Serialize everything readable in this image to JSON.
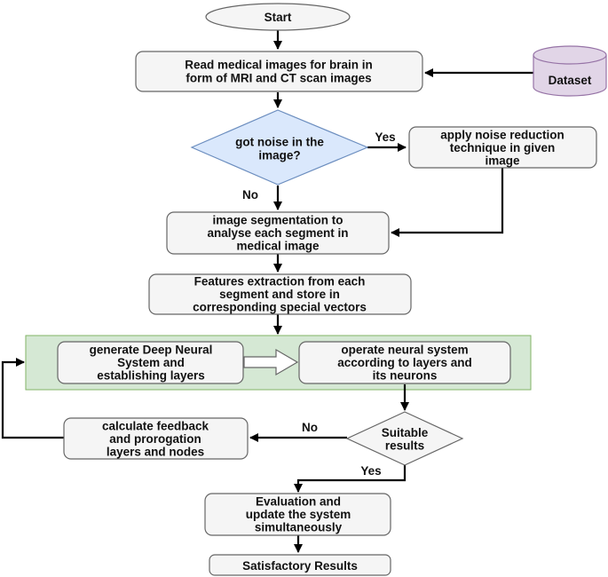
{
  "colors": {
    "box_fill": "#f5f5f5",
    "box_stroke": "#666666",
    "decision_fill": "#dae8fc",
    "decision_stroke": "#6c8ebf",
    "database_fill": "#e1d5e7",
    "database_stroke": "#9673a6",
    "container_fill": "#d5e8d4",
    "container_stroke": "#82b366",
    "arrow": "#000000"
  },
  "nodes": {
    "start": [
      "Start"
    ],
    "read_images": [
      "Read medical images for brain in",
      "form of MRI and CT scan images"
    ],
    "dataset": [
      "Dataset"
    ],
    "noise_decision": [
      "got noise in the",
      "image?"
    ],
    "noise_reduction": [
      "apply noise reduction",
      "technique in given",
      "image"
    ],
    "segmentation": [
      "image segmentation to",
      "analyse each segment in",
      "medical image"
    ],
    "feature_extraction": [
      "Features extraction from each",
      "segment and store in",
      "corresponding special vectors"
    ],
    "generate_dnn": [
      "generate Deep Neural",
      "System and",
      "establishing layers"
    ],
    "operate_neural": [
      "operate neural system",
      "according to layers and",
      "its neurons"
    ],
    "suitable_decision": [
      "Suitable",
      "results"
    ],
    "feedback": [
      "calculate feedback",
      "and prorogation",
      "layers and nodes"
    ],
    "evaluation": [
      "Evaluation and",
      "update the system",
      "simultaneously"
    ],
    "satisfactory": [
      "Satisfactory Results"
    ]
  },
  "edge_labels": {
    "noise_yes": "Yes",
    "noise_no": "No",
    "suitable_no": "No",
    "suitable_yes": "Yes"
  }
}
